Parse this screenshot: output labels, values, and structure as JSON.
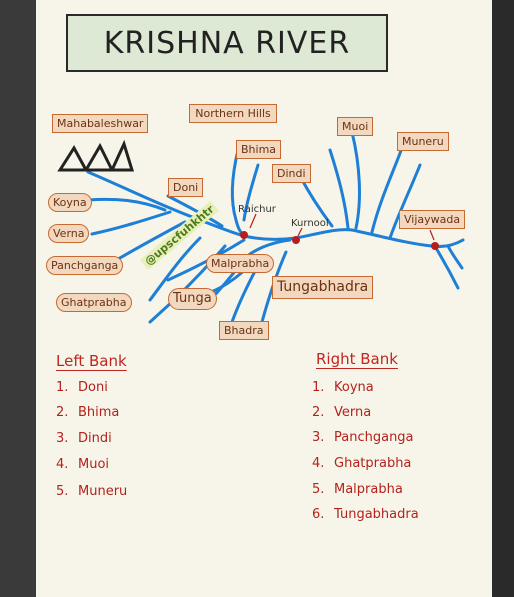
{
  "title": "KRISHNA RIVER",
  "watermark": "@upscfuhkhtr",
  "labels": {
    "mahabaleshwar": "Mahabaleshwar",
    "northern_hills": "Northern Hills",
    "bhima": "Bhima",
    "dindi": "Dindi",
    "muoi": "Muoi",
    "muneru": "Muneru",
    "doni": "Doni",
    "vijayawada": "Vijaywada",
    "koyna": "Koyna",
    "verna": "Verna",
    "panchganga": "Panchganga",
    "ghatprabha": "Ghatprabha",
    "malprabha": "Malprabha",
    "tunga": "Tunga",
    "tungabhadra": "Tungabhadra",
    "bhadra": "Bhadra"
  },
  "cities": {
    "raichur": "Raichur",
    "kurnool": "Kurnool"
  },
  "colors": {
    "river": "#1e7fd6",
    "city_dot": "#b51e1e",
    "label_border": "#c56a33",
    "label_fill": "#f2d8bf",
    "bank_text": "#c0261f",
    "title_fill": "#dde9d4"
  },
  "left_bank": {
    "heading": "Left Bank",
    "items": [
      {
        "num": "1.",
        "name": "Doni"
      },
      {
        "num": "2.",
        "name": "Bhima"
      },
      {
        "num": "3.",
        "name": "Dindi"
      },
      {
        "num": "4.",
        "name": "Muoi"
      },
      {
        "num": "5.",
        "name": "Muneru"
      }
    ]
  },
  "right_bank": {
    "heading": "Right Bank",
    "items": [
      {
        "num": "1.",
        "name": "Koyna"
      },
      {
        "num": "2.",
        "name": "Verna"
      },
      {
        "num": "3.",
        "name": "Panchganga"
      },
      {
        "num": "4.",
        "name": "Ghatprabha"
      },
      {
        "num": "5.",
        "name": "Malprabha"
      },
      {
        "num": "6.",
        "name": "Tungabhadra"
      }
    ]
  }
}
